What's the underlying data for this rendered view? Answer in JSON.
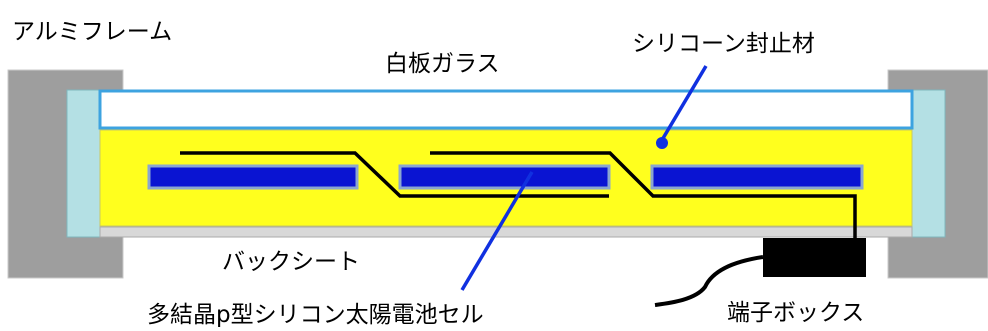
{
  "labels": {
    "aluminum_frame": "アルミフレーム",
    "white_glass": "白板ガラス",
    "silicone_sealant": "シリコーン封止材",
    "back_sheet": "バックシート",
    "polycrystalline_cell": "多結晶p型シリコン太陽電池セル",
    "junction_box": "端子ボックス"
  },
  "colors": {
    "frame_gray": "#9e9e9e",
    "frame_inner": "#b4e0e4",
    "glass_border": "#3da3e0",
    "encapsulant_yellow": "#ffff1e",
    "cell_blue": "#0a14d2",
    "cell_outline": "#8ba6d0",
    "backsheet_gray": "#d8d8d8",
    "pointer_blue": "#1030e0",
    "wire_black": "#000000"
  }
}
